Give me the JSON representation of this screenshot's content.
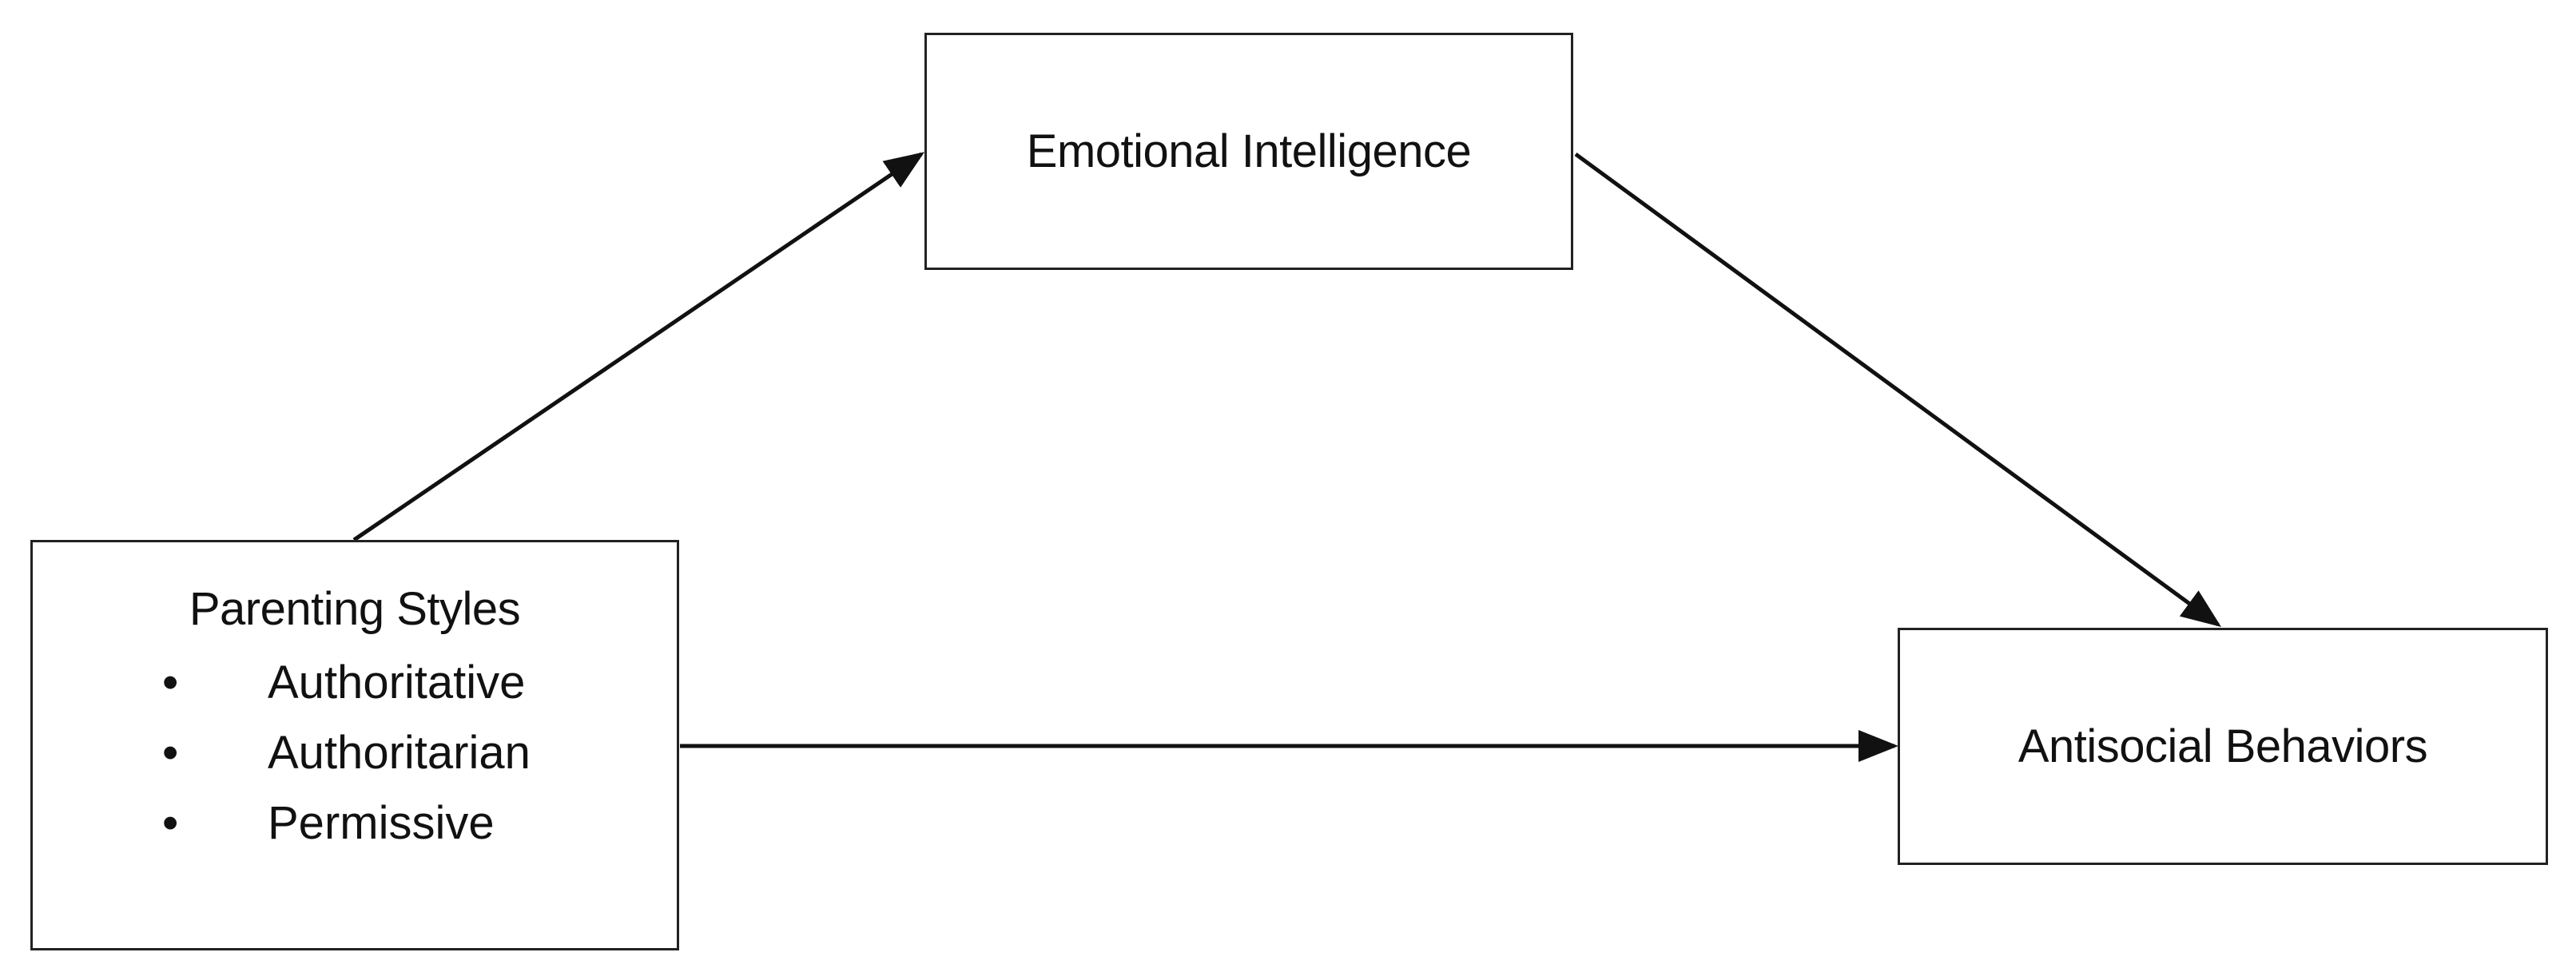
{
  "nodes": {
    "emotional_intelligence": "Emotional Intelligence",
    "antisocial_behaviors": "Antisocial Behaviors",
    "parenting_styles": {
      "title": "Parenting Styles",
      "items": [
        "Authoritative",
        "Authoritarian",
        "Permissive"
      ]
    }
  },
  "edges": [
    {
      "from": "Parenting Styles",
      "to": "Emotional Intelligence"
    },
    {
      "from": "Emotional Intelligence",
      "to": "Antisocial Behaviors"
    },
    {
      "from": "Parenting Styles",
      "to": "Antisocial Behaviors"
    }
  ],
  "colors": {
    "line": "#111111",
    "border": "#222222",
    "background": "#ffffff"
  }
}
